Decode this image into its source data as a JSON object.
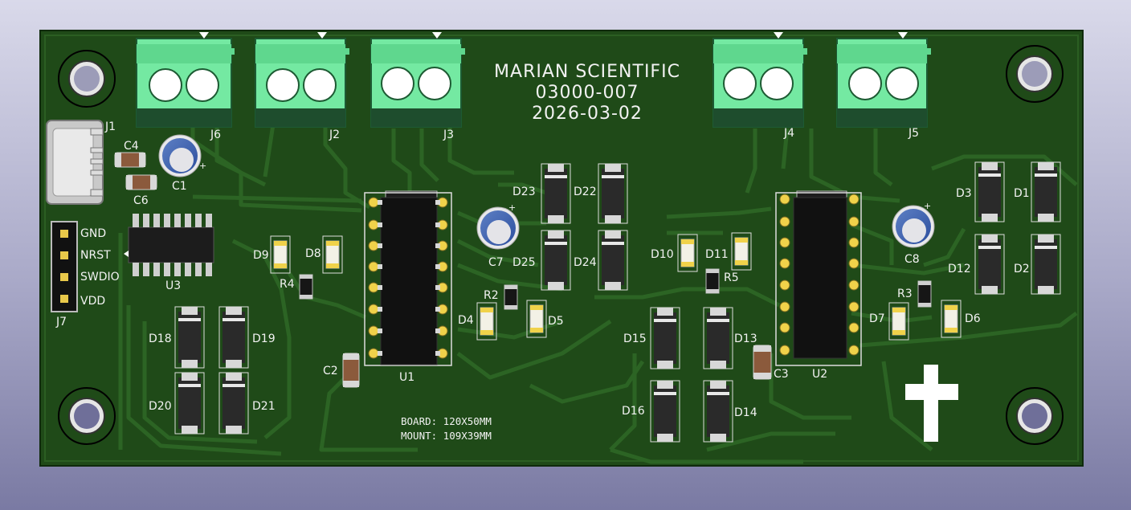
{
  "board": {
    "company": "MARIAN SCIENTIFIC",
    "part_number": "03000-007",
    "date": "2026-03-02",
    "size_note": "BOARD: 120X50MM",
    "mount_note": "MOUNT: 109X39MM",
    "colors": {
      "background_top": "#d9d9ea",
      "board": "#1f4a18",
      "trace": "#2c6424",
      "silkscreen": "#f2f2f2",
      "terminal": "#74e9a2",
      "pad": "#f0d24a"
    }
  },
  "connectors": {
    "J1": "J1",
    "J2": "J2",
    "J3": "J3",
    "J4": "J4",
    "J5": "J5",
    "J6": "J6",
    "J7": "J7"
  },
  "header_pins": [
    "GND",
    "NRST",
    "SWDIO",
    "VDD"
  ],
  "ics": {
    "U1": "U1",
    "U2": "U2",
    "U3": "U3"
  },
  "capacitors": {
    "C1": "C1",
    "C2": "C2",
    "C3": "C3",
    "C4": "C4",
    "C6": "C6",
    "C7": "C7",
    "C8": "C8"
  },
  "resistors": {
    "R2": "R2",
    "R3": "R3",
    "R4": "R4",
    "R5": "R5"
  },
  "diodes": {
    "D1": "D1",
    "D2": "D2",
    "D3": "D3",
    "D4": "D4",
    "D5": "D5",
    "D6": "D6",
    "D7": "D7",
    "D8": "D8",
    "D9": "D9",
    "D10": "D10",
    "D11": "D11",
    "D12": "D12",
    "D13": "D13",
    "D14": "D14",
    "D15": "D15",
    "D16": "D16",
    "D18": "D18",
    "D19": "D19",
    "D20": "D20",
    "D21": "D21",
    "D22": "D22",
    "D23": "D23",
    "D24": "D24",
    "D25": "D25"
  }
}
